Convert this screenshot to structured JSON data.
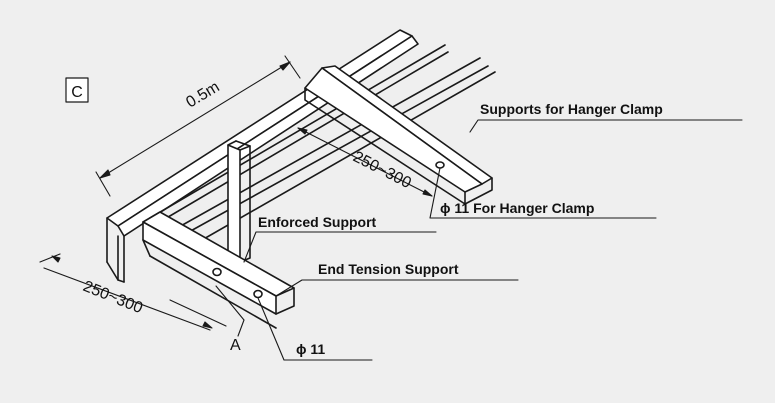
{
  "diagram": {
    "view_marker": "C",
    "labels": {
      "supports_hanger_clamp": "Supports for Hanger Clamp",
      "hole_hanger_clamp": "ϕ 11 For Hanger Clamp",
      "enforced_support": "Enforced Support",
      "end_tension_support": "End Tension Support",
      "hole_small": "ϕ 11",
      "section_a": "A"
    },
    "dimensions": {
      "length": "0.5m",
      "spacing_upper": "250~300",
      "spacing_lower": "250~300"
    },
    "colors": {
      "background": "#efefef",
      "line": "#1a1a1a",
      "fill": "#ffffff"
    }
  }
}
